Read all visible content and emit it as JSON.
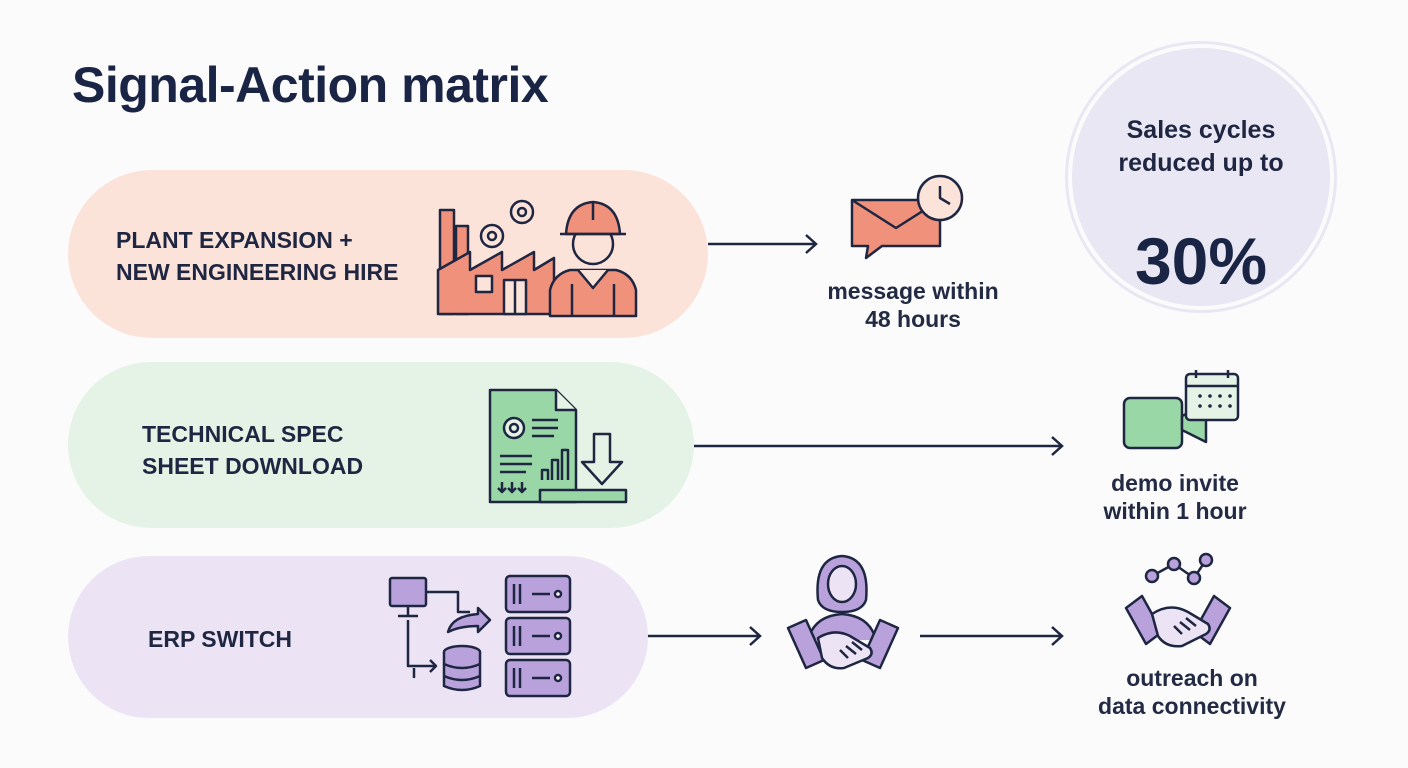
{
  "title": "Signal-Action matrix",
  "colors": {
    "orange_fill": "#fbe3da",
    "orange_icon": "#f0917b",
    "green_fill": "#e4f3e5",
    "green_icon": "#9ad7a6",
    "purple_fill": "#ece4f5",
    "purple_icon": "#b9a2dc",
    "stroke": "#1f2642"
  },
  "signals": [
    {
      "line1": "PLANT EXPANSION +",
      "line2": "NEW ENGINEERING HIRE",
      "icon": "factory-worker-icon"
    },
    {
      "line1": "TECHNICAL SPEC",
      "line2": "SHEET DOWNLOAD",
      "icon": "spec-sheet-download-icon"
    },
    {
      "line1": "ERP SWITCH",
      "line2": "",
      "icon": "erp-data-migration-icon"
    }
  ],
  "actions": [
    {
      "line1": "message within",
      "line2": "48 hours",
      "icon": "message-clock-icon"
    },
    {
      "line1": "demo invite",
      "line2": "within 1 hour",
      "icon": "video-calendar-icon"
    },
    {
      "line1": "outreach on",
      "line2": "data connectivity",
      "icon": "handshake-network-icon"
    }
  ],
  "intermediate": {
    "icon": "person-handshake-icon"
  },
  "stat": {
    "line1": "Sales cycles",
    "line2": "reduced up to",
    "value": "30%"
  }
}
